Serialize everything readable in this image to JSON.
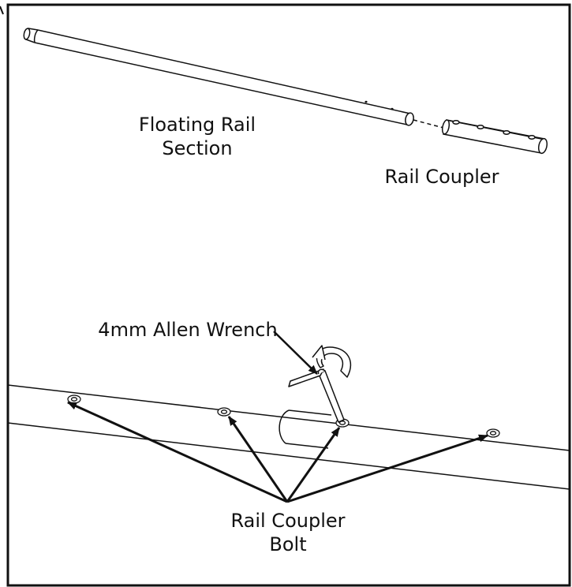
{
  "labels": {
    "floating_rail_line1": "Floating Rail",
    "floating_rail_line2": "Section",
    "rail_coupler": "Rail Coupler",
    "allen_wrench": "4mm Allen Wrench",
    "coupler_bolt_line1": "Rail Coupler",
    "coupler_bolt_line2": "Bolt"
  },
  "colors": {
    "line": "#111111",
    "background": "#ffffff"
  }
}
